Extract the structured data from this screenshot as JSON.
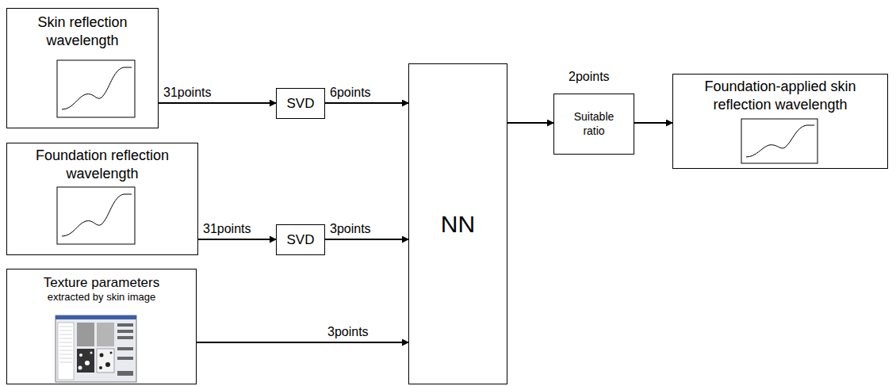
{
  "diagram": {
    "nodes": [
      {
        "text": [
          "Skin reflection wavelength"
        ]
      },
      {
        "text": [
          "Foundation reflection wavelength"
        ]
      },
      {
        "text": [
          "Texture parameters",
          "extracted by skin image"
        ]
      },
      {
        "text": [
          "SVD"
        ]
      },
      {
        "text": [
          "SVD"
        ]
      },
      {
        "text": [
          "NN"
        ]
      },
      {
        "text": [
          "Suitable ratio"
        ]
      },
      {
        "text": [
          "Foundation-applied skin reflection wavelength"
        ]
      }
    ],
    "edges": [
      {
        "from": 0,
        "to": 3,
        "arrow": "to",
        "label": "31points"
      },
      {
        "from": 3,
        "to": 5,
        "arrow": "to",
        "label": "6points"
      },
      {
        "from": 1,
        "to": 4,
        "arrow": "to",
        "label": "31points"
      },
      {
        "from": 4,
        "to": 5,
        "arrow": "to",
        "label": "3points"
      },
      {
        "from": 2,
        "to": 5,
        "arrow": "to",
        "label": "3points"
      },
      {
        "from": 5,
        "to": 6,
        "arrow": "to"
      },
      {
        "from": 6,
        "to": 7,
        "arrow": "to"
      }
    ],
    "labels": [
      "2points"
    ]
  }
}
